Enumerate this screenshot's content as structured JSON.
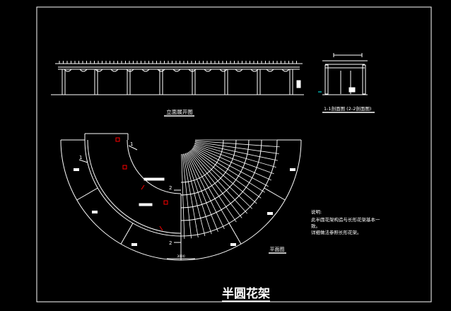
{
  "drawing": {
    "title": "半圆花架",
    "views": {
      "elevation_label": "立面展开图",
      "section_label": "1-1剖面图 (2-2剖面图)",
      "plan_label": "平面图"
    },
    "section_marks": {
      "one": "1",
      "two": "2"
    },
    "notes": {
      "heading": "说明:",
      "line1": "此半圆花架构造与长形花架基本一",
      "line2": "致。",
      "line3": "详细做法参照长形花架。"
    },
    "dimension_text": "3000",
    "colors": {
      "background": "#000000",
      "frame": "#ffffff",
      "accent": "#ff0000",
      "secondary": "#00ffff"
    }
  }
}
